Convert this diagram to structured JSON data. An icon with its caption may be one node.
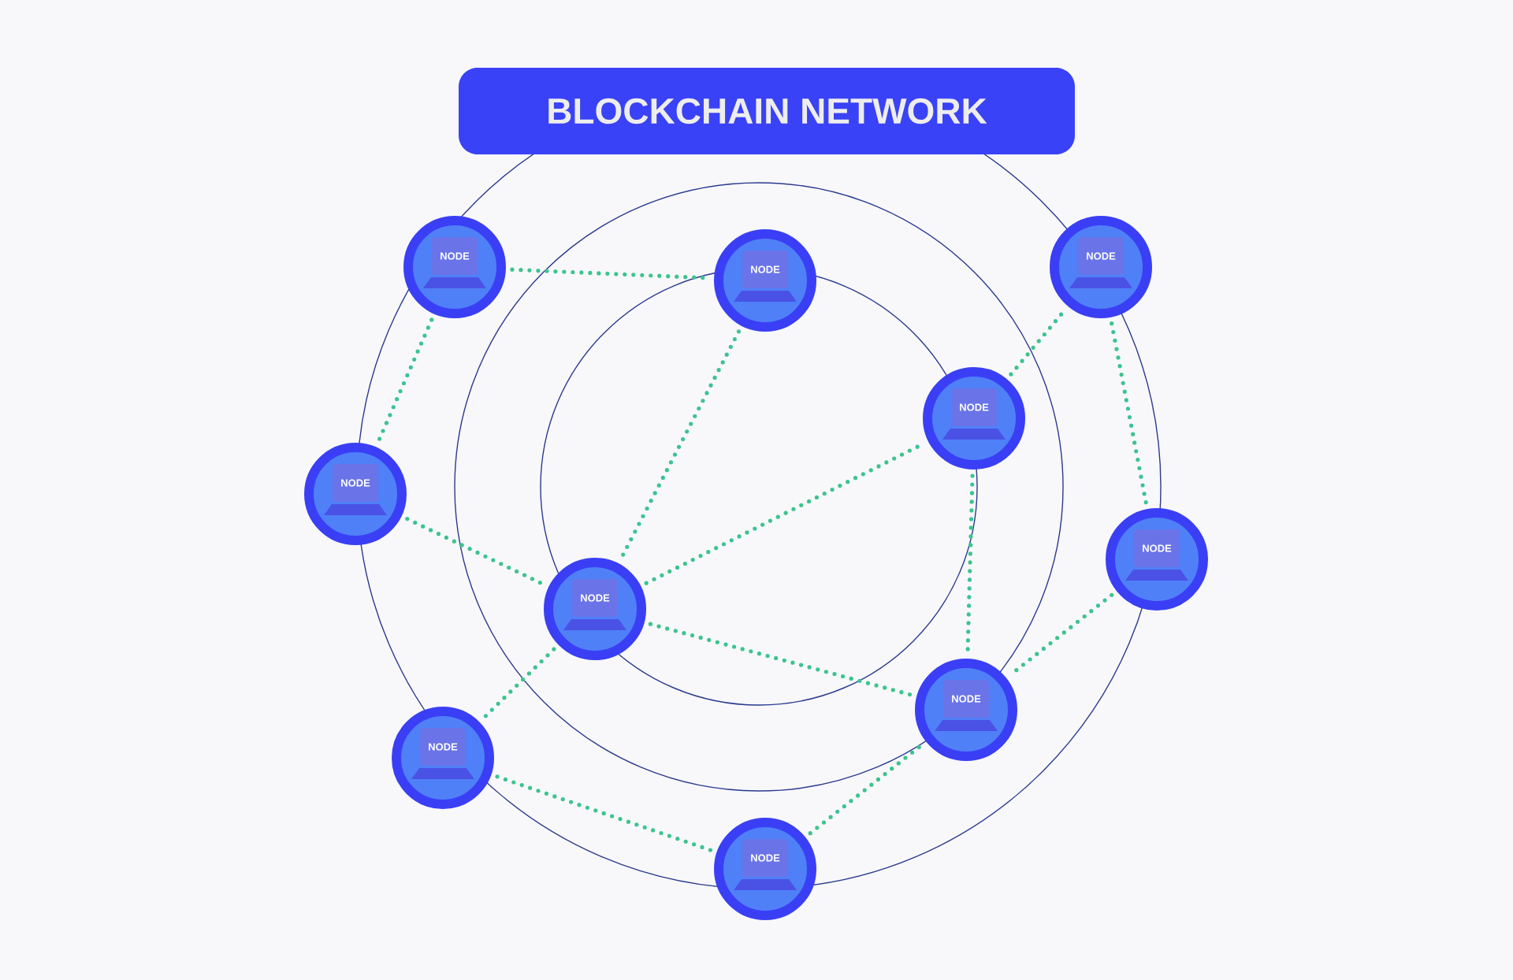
{
  "diagram": {
    "title": "BLOCKCHAIN NETWORK",
    "nodes": [
      {
        "text": [
          "NODE"
        ]
      },
      {
        "text": [
          "NODE"
        ]
      },
      {
        "text": [
          "NODE"
        ]
      },
      {
        "text": [
          "NODE"
        ]
      },
      {
        "text": [
          "NODE"
        ]
      },
      {
        "text": [
          "NODE"
        ]
      },
      {
        "text": [
          "NODE"
        ]
      },
      {
        "text": [
          "NODE"
        ]
      },
      {
        "text": [
          "NODE"
        ]
      },
      {
        "text": [
          "NODE"
        ]
      }
    ],
    "edges": [
      {
        "from": 0,
        "to": 1,
        "arrow": "none"
      },
      {
        "from": 0,
        "to": 4,
        "arrow": "none"
      },
      {
        "from": 4,
        "to": 6,
        "arrow": "none"
      },
      {
        "from": 1,
        "to": 6,
        "arrow": "none"
      },
      {
        "from": 6,
        "to": 3,
        "arrow": "none"
      },
      {
        "from": 3,
        "to": 2,
        "arrow": "none"
      },
      {
        "from": 2,
        "to": 5,
        "arrow": "none"
      },
      {
        "from": 3,
        "to": 7,
        "arrow": "none"
      },
      {
        "from": 6,
        "to": 7,
        "arrow": "none"
      },
      {
        "from": 5,
        "to": 7,
        "arrow": "none"
      },
      {
        "from": 6,
        "to": 8,
        "arrow": "none"
      },
      {
        "from": 8,
        "to": 9,
        "arrow": "none"
      },
      {
        "from": 9,
        "to": 7,
        "arrow": "none"
      }
    ]
  }
}
